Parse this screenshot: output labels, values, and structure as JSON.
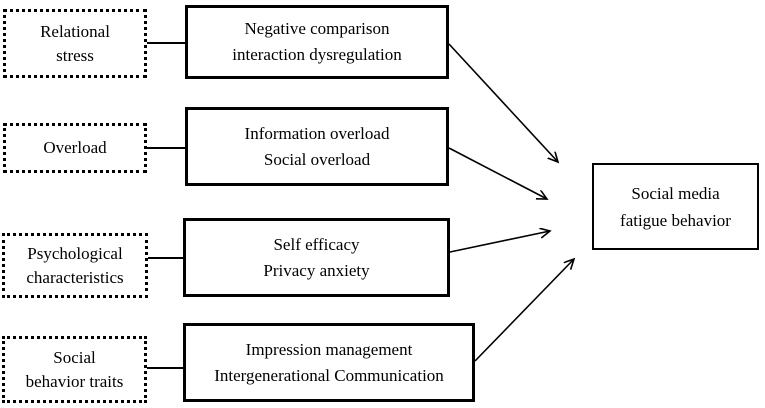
{
  "colors": {
    "background": "#ffffff",
    "line": "#000000",
    "text": "#000000"
  },
  "diagram": {
    "antecedents": [
      {
        "label": "Relational\nstress"
      },
      {
        "label": "Overload"
      },
      {
        "label": "Psychological\ncharacteristics"
      },
      {
        "label": "Social\nbehavior traits"
      }
    ],
    "factors": [
      {
        "label": "Negative comparison\ninteraction dysregulation"
      },
      {
        "label": "Information overload\nSocial overload"
      },
      {
        "label": "Self efficacy\nPrivacy anxiety"
      },
      {
        "label": "Impression management\nIntergenerational Communication"
      }
    ],
    "outcome": {
      "label": "Social media\nfatigue behavior"
    }
  }
}
